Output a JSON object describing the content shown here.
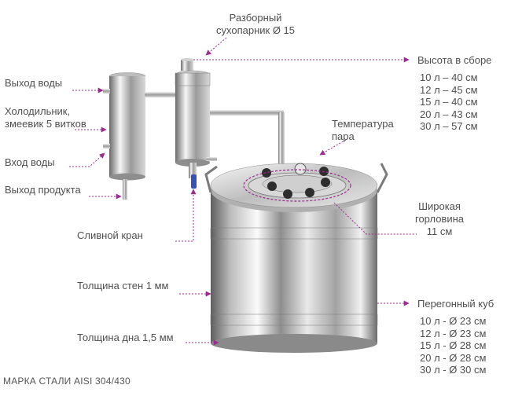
{
  "colors": {
    "accent": "#9b2d8f",
    "steel_light": "#f2f2f2",
    "steel_dark": "#6c6c6c"
  },
  "labels": {
    "steamer": "Разборный\nсухопарник Ø 15",
    "height": "Высота в сборе",
    "water_out": "Выход воды",
    "cooler": "Холодильник,\nзмеевик 5 витков",
    "water_in": "Вход воды",
    "product_out": "Выход продукта",
    "thermometer": "Температура\nпара",
    "neck": "Широкая\nгорловина\n11 см",
    "drain_valve": "Сливной кран",
    "wall_thickness": "Толщина стен 1 мм",
    "cube": "Перегонный куб",
    "bottom_thickness": "Толщина дна 1,5 мм",
    "steel_grade": "МАРКА СТАЛИ AISI 304/430"
  },
  "height_specs": [
    "10 л – 40 см",
    "12 л – 45 см",
    "15 л – 40 см",
    "20 л – 43 см",
    "30 л – 57 см"
  ],
  "cube_specs": [
    "10 л - Ø 23 см",
    "12 л - Ø 23 см",
    "15 л - Ø 28 см",
    "20 л - Ø 28 см",
    "30 л - Ø 30 см"
  ]
}
